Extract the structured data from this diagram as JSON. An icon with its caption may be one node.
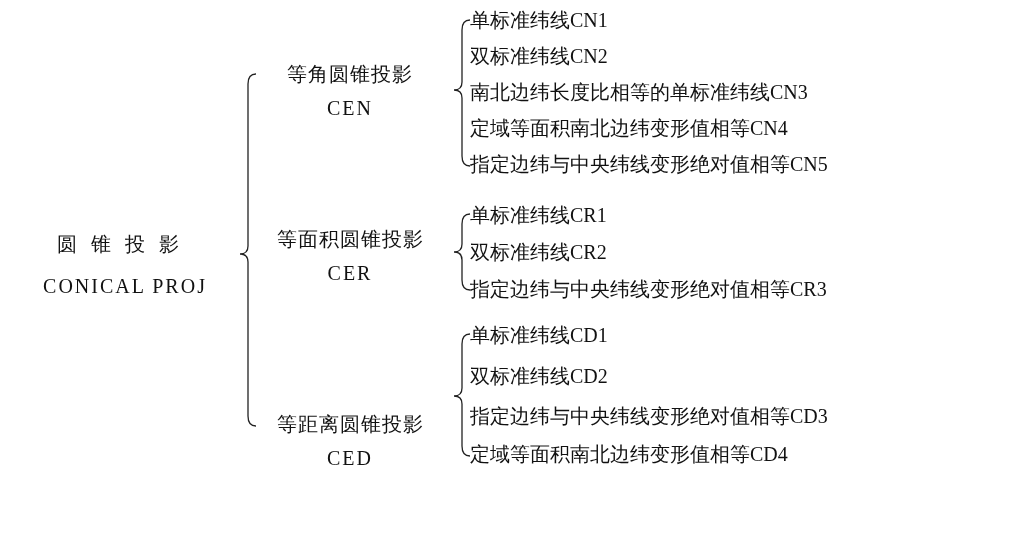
{
  "diagram": {
    "labels": [
      "圆锥投影",
      "CONICAL PROJ",
      "等角圆锥投影",
      "CEN",
      "单标准纬线CN1",
      "双标准纬线CN2",
      "南北边纬长度比相等的单标准纬线CN3",
      "定域等面积南北边纬变形值相等CN4",
      "指定边纬与中央纬线变形绝对值相等CN5",
      "等面积圆锥投影",
      "CER",
      "单标准纬线CR1",
      "双标准纬线CR2",
      "指定边纬与中央纬线变形绝对值相等CR3",
      "等距离圆锥投影",
      "CED",
      "单标准纬线CD1",
      "双标准纬线CD2",
      "指定边纬与中央纬线变形绝对值相等CD3",
      "定域等面积南北边纬变形值相等CD4"
    ]
  }
}
